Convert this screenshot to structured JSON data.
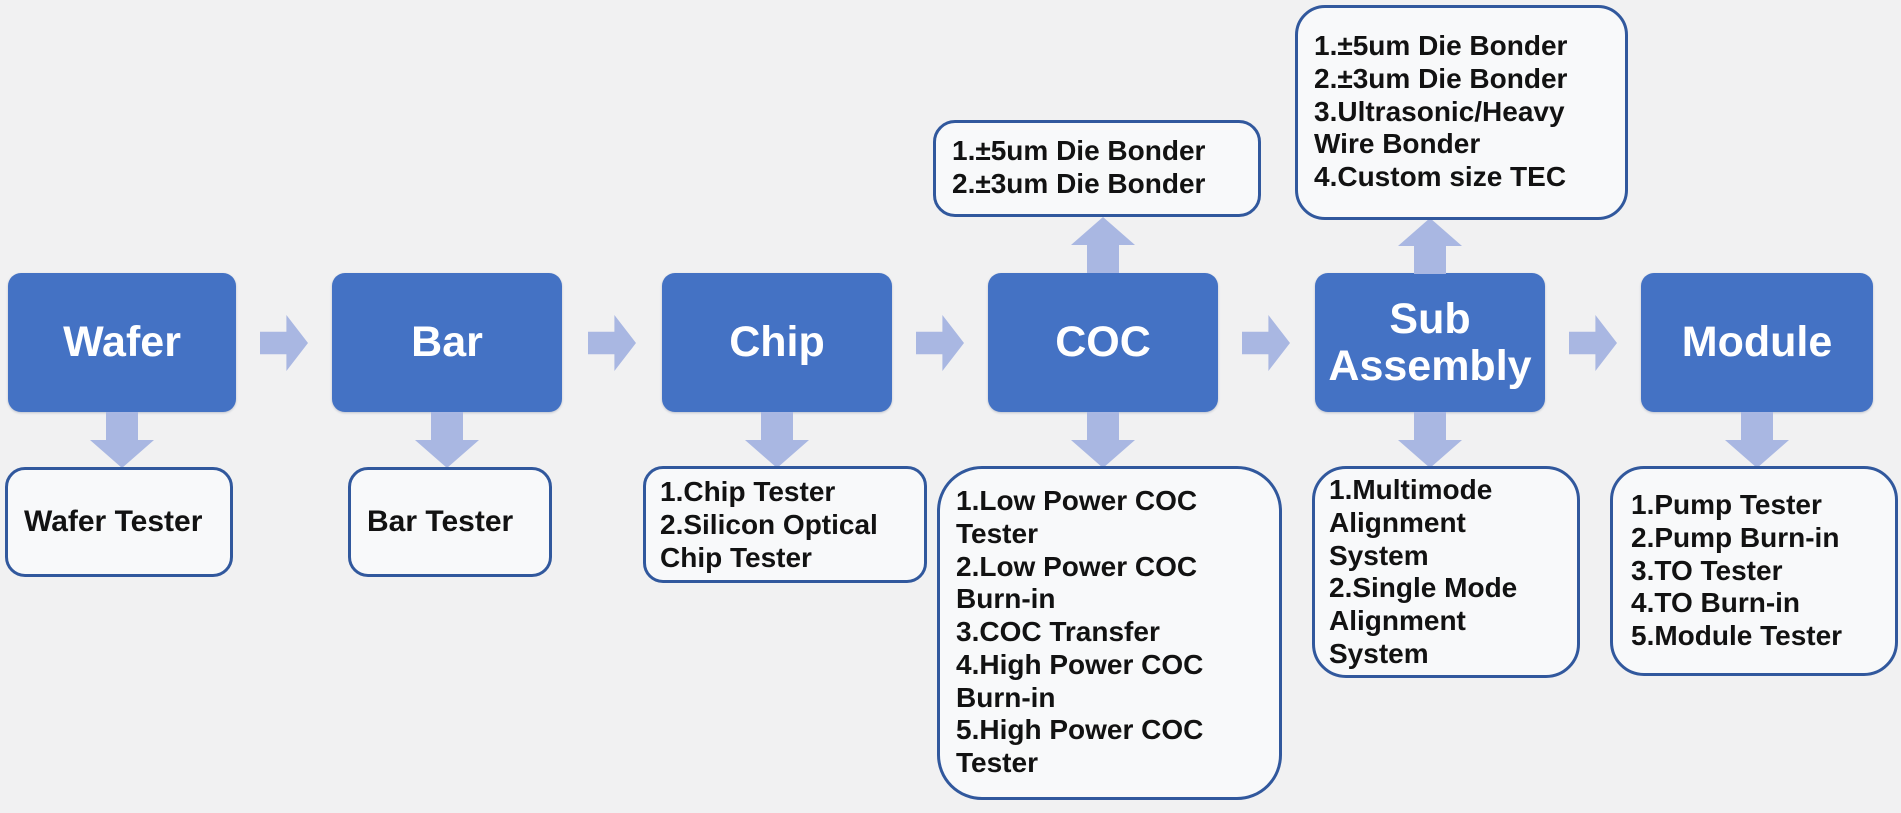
{
  "colors": {
    "background": "#f1f1f2",
    "stage_fill": "#4472c4",
    "stage_text": "#ffffff",
    "arrow_fill": "#a9b7e2",
    "detail_border": "#31589d",
    "detail_fill": "#f8f9fa",
    "detail_text": "#121212"
  },
  "flow": {
    "stages": [
      {
        "label": "Wafer",
        "below": {
          "items": [
            "Wafer Tester"
          ]
        }
      },
      {
        "label": "Bar",
        "below": {
          "items": [
            "Bar Tester"
          ]
        }
      },
      {
        "label": "Chip",
        "below": {
          "items": [
            "1.Chip Tester",
            "2.Silicon Optical Chip Tester"
          ]
        }
      },
      {
        "label": "COC",
        "above": {
          "items": [
            "1.±5um Die Bonder",
            "2.±3um Die Bonder"
          ]
        },
        "below": {
          "items": [
            "1.Low Power COC Tester",
            "2.Low Power COC Burn-in",
            "3.COC Transfer",
            "4.High Power COC Burn-in",
            "5.High Power COC Tester"
          ]
        }
      },
      {
        "label": "Sub Assembly",
        "above": {
          "items": [
            "1.±5um Die Bonder",
            "2.±3um Die Bonder",
            "3.Ultrasonic/Heavy Wire Bonder",
            "4.Custom size TEC"
          ]
        },
        "below": {
          "items": [
            "1.Multimode Alignment System",
            "2.Single Mode Alignment System"
          ]
        }
      },
      {
        "label": "Module",
        "below": {
          "items": [
            "1.Pump Tester",
            "2.Pump Burn-in",
            "3.TO Tester",
            "4.TO Burn-in",
            "5.Module Tester"
          ]
        }
      }
    ]
  }
}
